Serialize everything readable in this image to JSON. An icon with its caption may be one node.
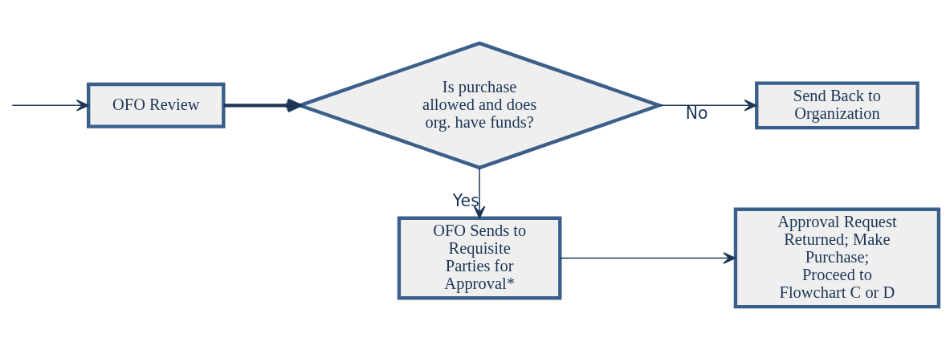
{
  "diagram": {
    "nodes": [
      {
        "text": [
          "OFO Review"
        ]
      },
      {
        "text": [
          "Is purchase allowed and does org. have funds?"
        ]
      },
      {
        "text": [
          "Send Back to Organization"
        ]
      },
      {
        "text": [
          "OFO Sends to Requisite Parties for Approval*"
        ]
      },
      {
        "text": [
          "Approval Request Returned; Make Purchase; Proceed to Flowchart C or D"
        ]
      }
    ],
    "edges": [
      {
        "from": null,
        "to": 0,
        "arrow": "to"
      },
      {
        "from": 0,
        "to": 1,
        "arrow": "to",
        "style": "thick"
      },
      {
        "from": 1,
        "to": 2,
        "arrow": "to",
        "label": "No"
      },
      {
        "from": 1,
        "to": 3,
        "arrow": "to",
        "label": "Yes"
      },
      {
        "from": 3,
        "to": 4,
        "arrow": "to"
      }
    ]
  }
}
